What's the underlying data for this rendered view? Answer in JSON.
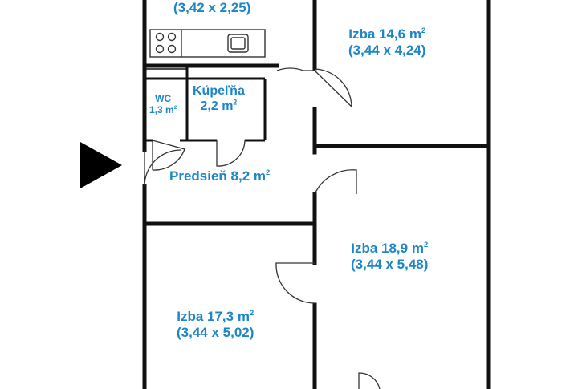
{
  "rooms": {
    "kitchen": {
      "dims": "(3,42 x 2,25)"
    },
    "room_top_right": {
      "name": "Izba 14,6 m",
      "sup": "2",
      "dims": "(3,44 x 4,24)"
    },
    "bathroom": {
      "name": "Kúpeľňa",
      "area": "2,2 m",
      "sup": "2"
    },
    "wc": {
      "name": "WC",
      "area": "1,3 m",
      "sup": "2"
    },
    "hallway": {
      "name": "Predsieň 8,2 m",
      "sup": "2"
    },
    "room_mid_right": {
      "name": "Izba 18,9 m",
      "sup": "2",
      "dims": "(3,44 x 5,48)"
    },
    "room_bottom_left": {
      "name": "Izba 17,3 m",
      "sup": "2",
      "dims": "(3,44 x 5,02)"
    }
  },
  "colors": {
    "label": "#1d86c6",
    "wall": "#111111",
    "fixture": "#333333"
  },
  "entrance_marker": "arrow-right-icon"
}
